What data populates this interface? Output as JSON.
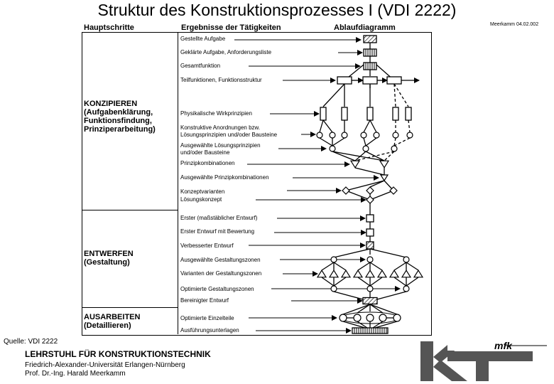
{
  "title": "Struktur des Konstruktionsprozesses I (VDI 2222)",
  "date": "Meerkamm 04.02.002",
  "headers": {
    "steps": "Hauptschritte",
    "results": "Ergebnisse der Tätigkeiten",
    "flow": "Ablaufdiagramm"
  },
  "phases": [
    {
      "lines": [
        "KONZIPIEREN",
        "(Aufgabenklärung,",
        "Funktionsfindung,",
        "Prinziperarbeitung)"
      ]
    },
    {
      "lines": [
        "ENTWERFEN",
        "(Gestaltung)"
      ]
    },
    {
      "lines": [
        "AUSARBEITEN",
        "(Detaillieren)"
      ]
    }
  ],
  "results": [
    {
      "lines": [
        "Gestellte Aufgabe"
      ]
    },
    {
      "lines": [
        "Geklärte Aufgabe, Anforderungsliste"
      ]
    },
    {
      "lines": [
        "Gesamtfunktion"
      ]
    },
    {
      "lines": [
        "Teilfunktionen, Funktionsstruktur"
      ]
    },
    {
      "lines": [
        "Physikalische Wirkprinzipien"
      ]
    },
    {
      "lines": [
        "Konstruktive Anordnungen bzw.",
        "Lösungsprinzipien und/oder Bausteine"
      ]
    },
    {
      "lines": [
        "Ausgewählte Lösungsprinzipien",
        "und/oder Bausteine"
      ]
    },
    {
      "lines": [
        "Prinzipkombinationen"
      ]
    },
    {
      "lines": [
        "Ausgewählte Prinzipkombinationen"
      ]
    },
    {
      "lines": [
        "Konzeptvarianten"
      ]
    },
    {
      "lines": [
        "Lösungskonzept"
      ]
    },
    {
      "lines": [
        "Erster (maßstäblicher Entwurf)"
      ]
    },
    {
      "lines": [
        "Erster Entwurf mit Bewertung"
      ]
    },
    {
      "lines": [
        "Verbesserter Entwurf"
      ]
    },
    {
      "lines": [
        "Ausgewählte Gestaltungszonen"
      ]
    },
    {
      "lines": [
        "Varianten der Gestaltungszonen"
      ]
    },
    {
      "lines": [
        "Optimierte Gestaltungszonen"
      ]
    },
    {
      "lines": [
        "Bereinigter Entwurf"
      ]
    },
    {
      "lines": [
        "Optimierte Einzelteile"
      ]
    },
    {
      "lines": [
        "Ausführungsunterlagen"
      ]
    }
  ],
  "source": "Quelle: VDI 2222",
  "footer": {
    "institute": "LEHRSTUHL FÜR KONSTRUKTIONSTECHNIK",
    "university": "Friedrich-Alexander-Universität Erlangen-Nürnberg",
    "professor": "Prof. Dr.-Ing. Harald Meerkamm"
  },
  "logo": {
    "text": "mfk"
  }
}
